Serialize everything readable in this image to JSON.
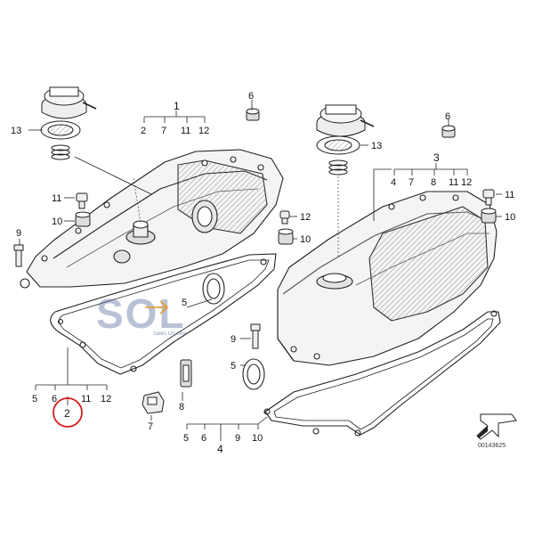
{
  "diagram": {
    "labels": {
      "l1": "1",
      "l1_row": [
        "2",
        "7",
        "11",
        "12"
      ],
      "l3": "3",
      "l3_row": [
        "4",
        "7",
        "8",
        "11",
        "12"
      ],
      "l2_row": [
        "5",
        "6",
        "11",
        "12"
      ],
      "l2": "2",
      "l4_row": [
        "5",
        "6",
        "9",
        "10"
      ],
      "l4": "4",
      "l13a": "13",
      "l13b": "13",
      "l6a": "6",
      "l6b": "6",
      "l11a": "11",
      "l11b": "11",
      "l10a": "10",
      "l10b": "10",
      "l10c": "10",
      "l12": "12",
      "l9a": "9",
      "l9b": "9",
      "l5a": "5",
      "l5b": "5",
      "l7": "7",
      "l8": "8"
    },
    "watermark": {
      "brand": "SOL",
      "tagline": "Sales On Line",
      "color": "#5a6e9e"
    },
    "highlight_color": "#d62020",
    "drawing_code": "00143625"
  }
}
